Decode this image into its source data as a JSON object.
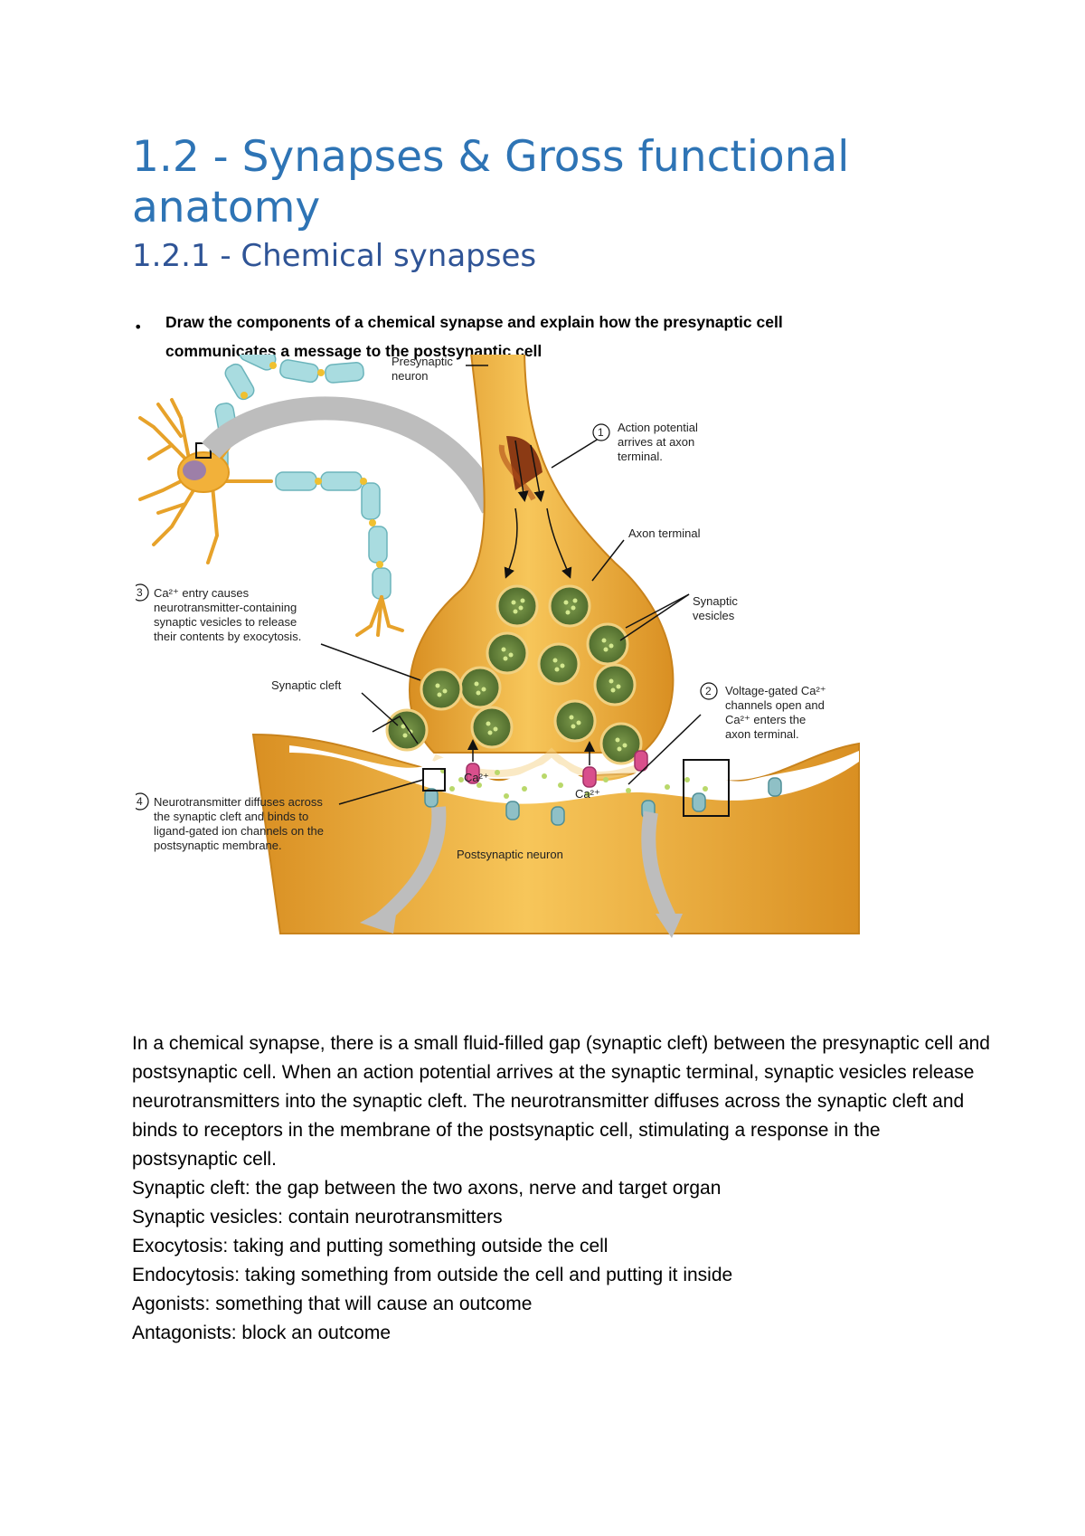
{
  "heading": {
    "title": "1.2 - Synapses & Gross functional anatomy",
    "subtitle": "1.2.1 - Chemical synapses"
  },
  "bullet": {
    "text": "Draw the components of a chemical synapse and explain how the presynaptic cell communicates a message to the postsynaptic cell"
  },
  "figure": {
    "presynaptic": [
      "Presynaptic",
      "neuron"
    ],
    "step1_num": "1",
    "step1": [
      "Action potential",
      "arrives at axon",
      "terminal."
    ],
    "axon_terminal": "Axon terminal",
    "synaptic_vesicles": [
      "Synaptic",
      "vesicles"
    ],
    "step3_num": "3",
    "step3": [
      "Ca²⁺ entry causes",
      "neurotransmitter-containing",
      "synaptic vesicles to release",
      "their contents by exocytosis."
    ],
    "synaptic_cleft": "Synaptic cleft",
    "step2_num": "2",
    "step2": [
      "Voltage-gated Ca²⁺",
      "channels open and",
      "Ca²⁺ enters the",
      "axon terminal."
    ],
    "ca_label_1": "Ca²⁺",
    "ca_label_2": "Ca²⁺",
    "step4_num": "4",
    "step4": [
      "Neurotransmitter diffuses across",
      "the synaptic cleft and binds to",
      "ligand-gated ion channels on the",
      "postsynaptic membrane."
    ],
    "postsynaptic": "Postsynaptic neuron",
    "colors": {
      "neuron_fill": "#e8a838",
      "neuron_light": "#f6c862",
      "vesicle": "#5f7d3a",
      "vesicle_dot": "#cfe68c",
      "channel": "#7fb0b8",
      "calcium": "#d94f8c",
      "arrow_grey": "#b5b5b5"
    }
  },
  "body": {
    "paragraph": "In a chemical synapse, there is a small fluid-filled gap (synaptic cleft) between the presynaptic cell and postsynaptic cell. When an action potential arrives at the synaptic terminal, synaptic vesicles release neurotransmitters into the synaptic cleft. The neurotransmitter diffuses across the synaptic cleft and binds to receptors in the membrane of the postsynaptic cell, stimulating a response in the postsynaptic cell.",
    "definitions": [
      "Synaptic cleft: the gap between the two axons, nerve and target organ",
      "Synaptic vesicles: contain neurotransmitters",
      "Exocytosis: taking and putting something outside the cell",
      "Endocytosis: taking something from outside the cell and putting it inside",
      "Agonists: something that will cause an outcome",
      "Antagonists: block an outcome"
    ]
  }
}
